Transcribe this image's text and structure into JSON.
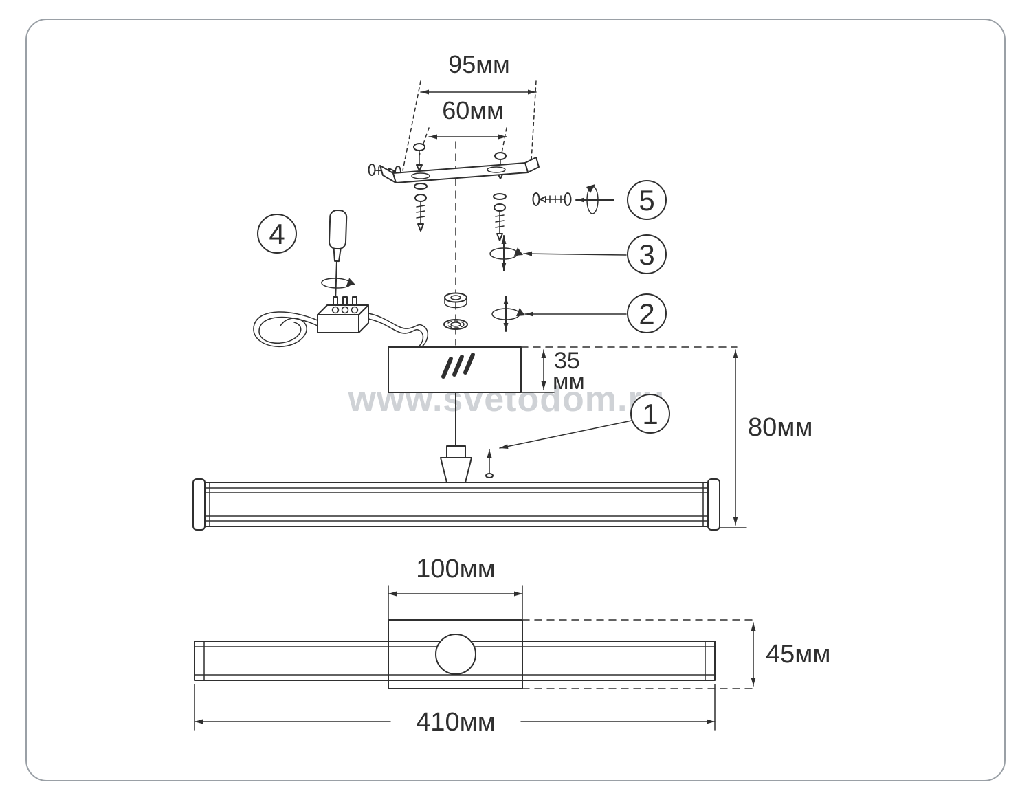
{
  "watermark": "www.svetodom.ru",
  "callouts": {
    "step1": "1",
    "step2": "2",
    "step3": "3",
    "step4": "4",
    "step5": "5"
  },
  "dims": {
    "bracket_holes_outer": "95мм",
    "bracket_holes_inner": "60мм",
    "canopy_height_value": "35",
    "canopy_height_unit": "мм",
    "drop_height": "80мм",
    "backplate_width": "100мм",
    "fixture_depth": "45мм",
    "fixture_length": "410мм"
  }
}
